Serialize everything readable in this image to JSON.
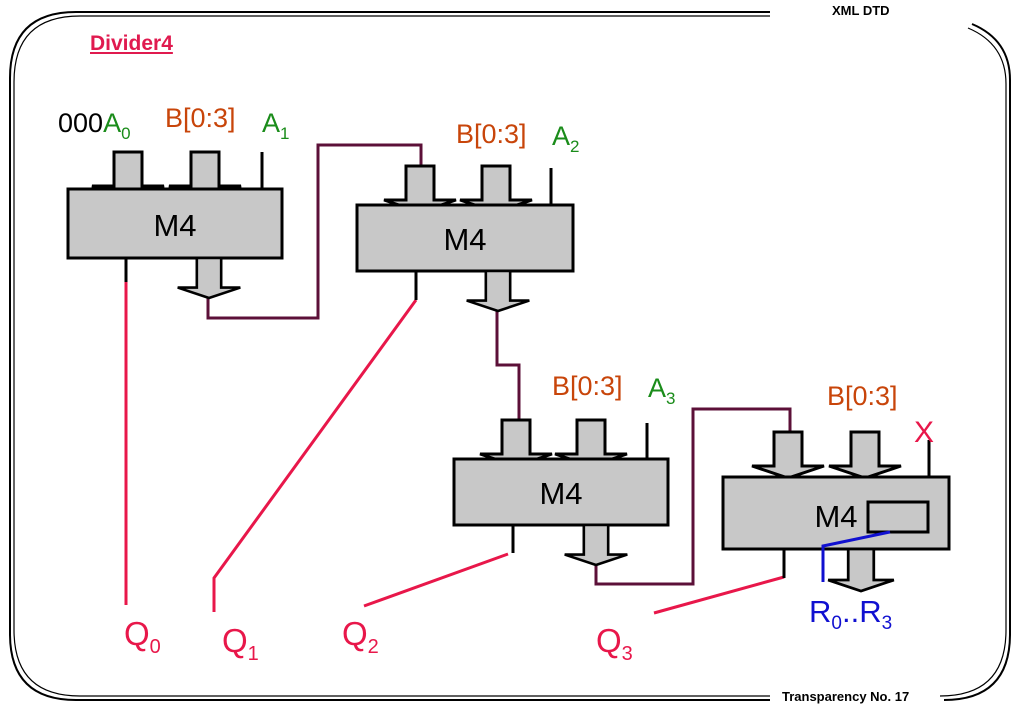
{
  "header": {
    "top_right": "XML DTD",
    "bottom_right": "Transparency No. 17"
  },
  "title": "Divider4",
  "colors": {
    "red": "#e8174a",
    "wire": "#5c1038",
    "block_fill": "#c8c8c8",
    "orange": "#c8450a",
    "green": "#1a8c1a",
    "blue": "#1010d0"
  },
  "blocks": [
    {
      "label": "M4",
      "input_a_prefix": "000",
      "input_a": "A",
      "input_a_sub": "0",
      "input_b": "B[0:3]",
      "input_c": "A",
      "input_c_sub": "1"
    },
    {
      "label": "M4",
      "input_b": "B[0:3]",
      "input_c": "A",
      "input_c_sub": "2"
    },
    {
      "label": "M4",
      "input_b": "B[0:3]",
      "input_c": "A",
      "input_c_sub": "3"
    },
    {
      "label": "M4",
      "input_b": "B[0:3]",
      "input_c": "X"
    }
  ],
  "outputs": [
    {
      "name": "Q",
      "sub": "0"
    },
    {
      "name": "Q",
      "sub": "1"
    },
    {
      "name": "Q",
      "sub": "2"
    },
    {
      "name": "Q",
      "sub": "3"
    }
  ],
  "remainder": {
    "r_start": "R",
    "r_start_sub": "0",
    "dots": "..",
    "r_end": "R",
    "r_end_sub": "3"
  }
}
